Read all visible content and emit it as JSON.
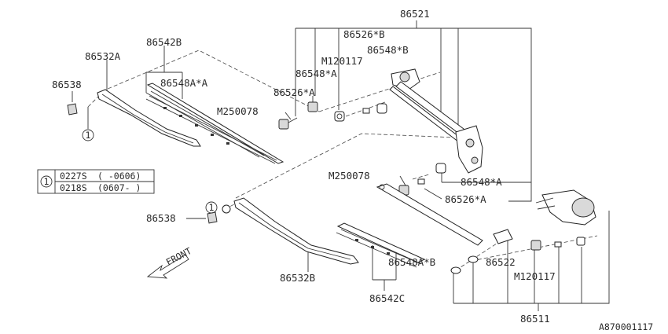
{
  "labels": {
    "p86521": "86521",
    "p86526b": "86526*B",
    "m120117_top": "M120117",
    "p86548b": "86548*B",
    "p86548a_top": "86548*A",
    "p86526a_top": "86526*A",
    "m250078_top": "M250078",
    "p86542b": "86542B",
    "p86548aa": "86548A*A",
    "p86532a": "86532A",
    "p86538_top": "86538",
    "p86548a_right": "86548*A",
    "m250078_mid": "M250078",
    "p86526a_right": "86526*A",
    "p86538_bot": "86538",
    "p86522": "86522",
    "m120117_bot": "M120117",
    "p86548ab": "86548A*B",
    "p86532b": "86532B",
    "p86542c": "86542C",
    "p86511": "86511",
    "front": "FRONT",
    "diagram_id": "A870001117"
  },
  "callout_marker": "1",
  "legend": {
    "marker": "1",
    "rows": [
      {
        "code": "0227S",
        "range": "( -0606)"
      },
      {
        "code": "0218S",
        "range": "(0607- )"
      }
    ]
  }
}
